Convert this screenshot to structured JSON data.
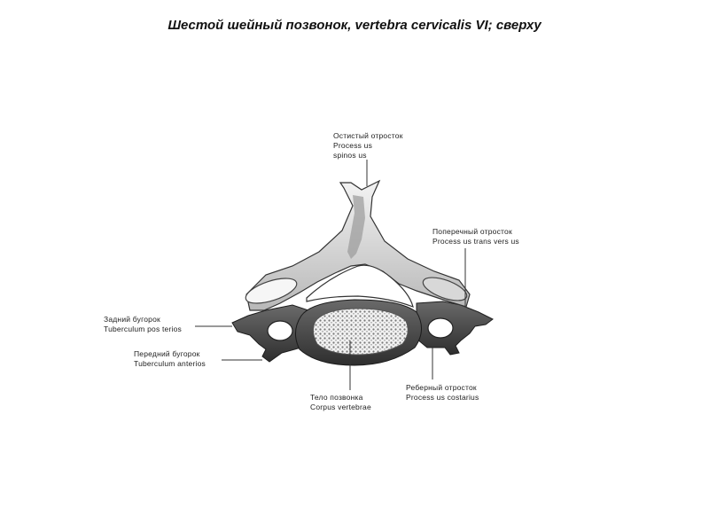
{
  "title": {
    "part1": "Шестой шейный позвонок, ",
    "part2": "vertebra cervicalis VI",
    "part3": "; сверху"
  },
  "labels": {
    "spinous": {
      "ru": "Остистый отросток",
      "lat1": "Process us",
      "lat2": "spinos us"
    },
    "transverse": {
      "ru": "Поперечный отросток",
      "lat": "Process us  trans vers us"
    },
    "posterior_tubercle": {
      "ru": "Задний бугорок",
      "lat": "Tuberculum pos terios"
    },
    "anterior_tubercle": {
      "ru": "Передний бугорок",
      "lat": "Tuberculum anterios"
    },
    "body": {
      "ru": "Тело позвонка",
      "lat": "Corpus  vertebrae"
    },
    "costal": {
      "ru": "Реберный отросток",
      "lat": "Process us  costarius"
    }
  },
  "colors": {
    "bone_light": "#e9e9e9",
    "bone_mid": "#bdbdbd",
    "bone_dark": "#3a3a3a",
    "leader": "#333333"
  }
}
